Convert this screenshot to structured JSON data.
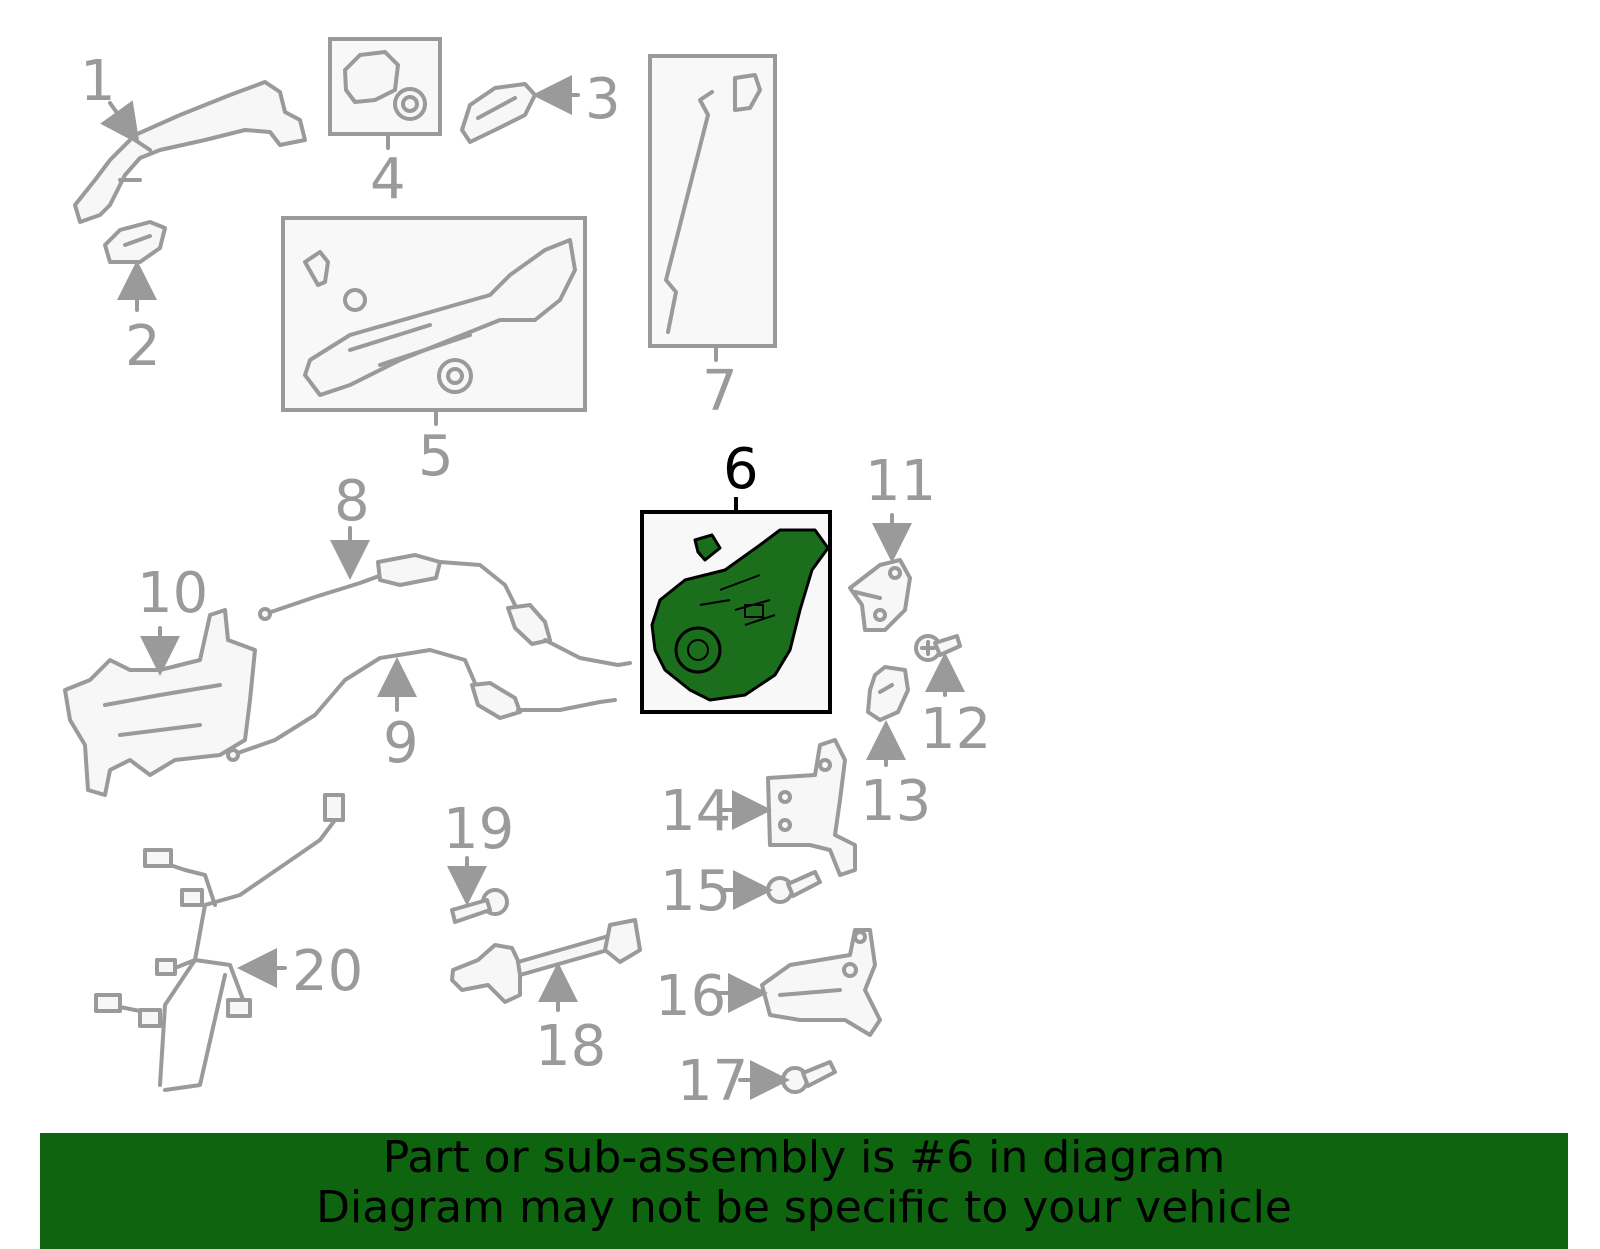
{
  "highlight_color": "#1b6e1b",
  "banner_color": "#0f640f",
  "callouts": {
    "c1": "1",
    "c2": "2",
    "c3": "3",
    "c4": "4",
    "c5": "5",
    "c6": "6",
    "c7": "7",
    "c8": "8",
    "c9": "9",
    "c10": "10",
    "c11": "11",
    "c12": "12",
    "c13": "13",
    "c14": "14",
    "c15": "15",
    "c16": "16",
    "c17": "17",
    "c18": "18",
    "c19": "19",
    "c20": "20"
  },
  "banner": {
    "line1": "Part or sub-assembly is #6 in diagram",
    "line2": "Diagram may not be specific to your vehicle"
  }
}
